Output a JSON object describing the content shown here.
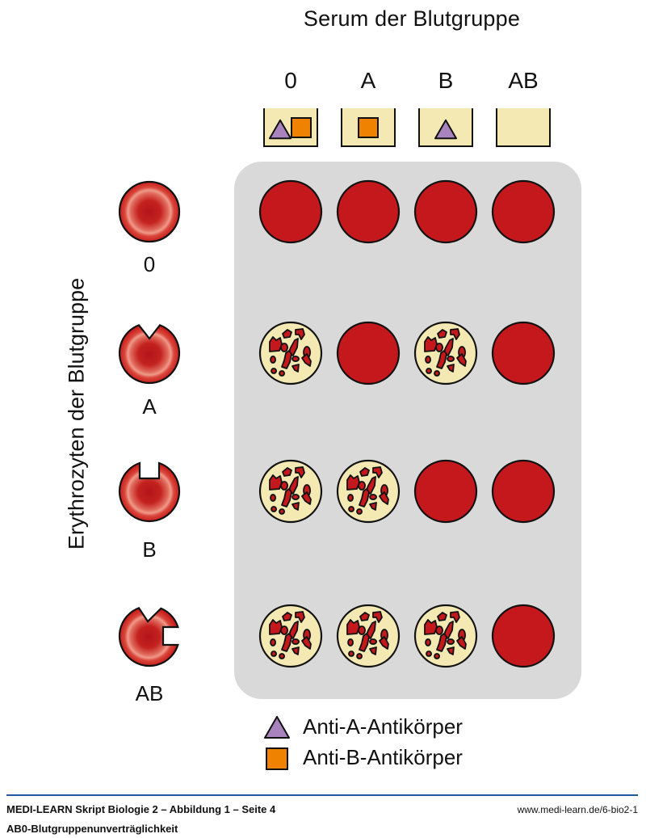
{
  "figure": {
    "serum_title": "Serum der Blutgruppe",
    "erythrocyte_title": "Erythrozyten der Blutgruppe",
    "serum_groups": [
      {
        "label": "0",
        "antibodies": [
          "anti-a",
          "anti-b"
        ]
      },
      {
        "label": "A",
        "antibodies": [
          "anti-b"
        ]
      },
      {
        "label": "B",
        "antibodies": [
          "anti-a"
        ]
      },
      {
        "label": "AB",
        "antibodies": []
      }
    ],
    "erythrocyte_groups": [
      {
        "label": "0",
        "antigens": []
      },
      {
        "label": "A",
        "antigens": [
          "A"
        ]
      },
      {
        "label": "B",
        "antigens": [
          "B"
        ]
      },
      {
        "label": "AB",
        "antigens": [
          "A",
          "B"
        ]
      }
    ],
    "reaction_matrix_note": "rows = erythrocyte group, columns = serum group; true = agglutination",
    "agglutination": [
      [
        false,
        false,
        false,
        false
      ],
      [
        true,
        false,
        true,
        false
      ],
      [
        true,
        true,
        false,
        false
      ],
      [
        true,
        true,
        true,
        false
      ]
    ],
    "legend": [
      {
        "icon": "purple-triangle-icon",
        "label": "Anti-A-Antikörper"
      },
      {
        "icon": "orange-square-icon",
        "label": "Anti-B-Antikörper"
      }
    ],
    "colors": {
      "blood_red": "#c4181c",
      "serum_yellow": "#f5e9b3",
      "anti_a_purple": "#a983bd",
      "anti_b_orange": "#ef8200",
      "panel_grey": "#d9d9d9",
      "footer_rule_blue": "#1f5aa0"
    }
  },
  "footer": {
    "title": "MEDI-LEARN Skript Biologie 2 – Abbildung 1 – Seite 4",
    "subtitle": "AB0-Blutgruppenunverträglichkeit",
    "url": "www.medi-learn.de/6-bio2-1"
  }
}
